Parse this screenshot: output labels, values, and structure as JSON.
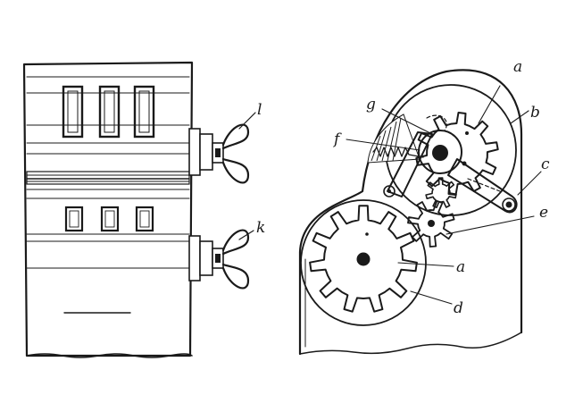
{
  "figure": {
    "left_view": {
      "labels": {
        "upper_knob": "l",
        "lower_knob": "k"
      }
    },
    "right_view": {
      "labels": {
        "gear_upper": "a",
        "disc_upper": "b",
        "arm": "g",
        "spring": "f",
        "lever": "c",
        "pinion": "e",
        "gear_lower": "a",
        "disc_lower": "d"
      }
    }
  }
}
